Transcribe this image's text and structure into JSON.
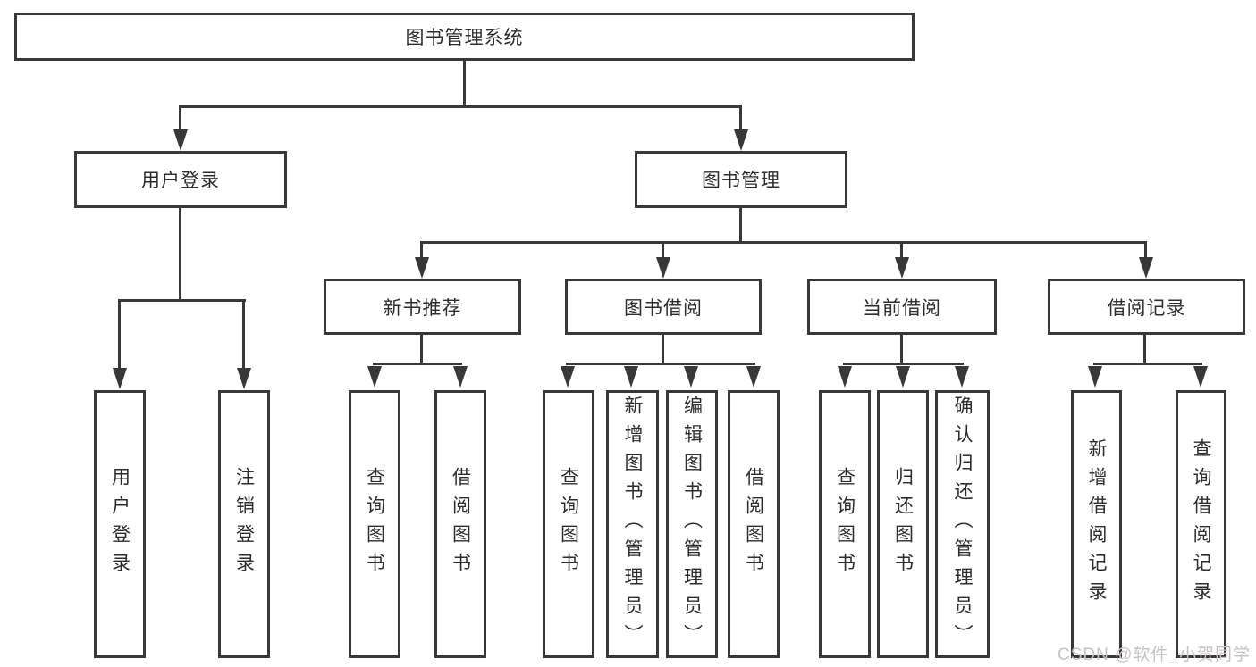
{
  "tree": {
    "root": {
      "label": "图书管理系统",
      "children": [
        {
          "label": "用户登录",
          "children": [
            {
              "label": "用户登录"
            },
            {
              "label": "注销登录"
            }
          ]
        },
        {
          "label": "图书管理",
          "children": [
            {
              "label": "新书推荐",
              "children": [
                {
                  "label": "查询图书"
                },
                {
                  "label": "借阅图书"
                }
              ]
            },
            {
              "label": "图书借阅",
              "children": [
                {
                  "label": "查询图书"
                },
                {
                  "label": "新增图书（管理员）"
                },
                {
                  "label": "编辑图书（管理员）"
                },
                {
                  "label": "借阅图书"
                }
              ]
            },
            {
              "label": "当前借阅",
              "children": [
                {
                  "label": "查询图书"
                },
                {
                  "label": "归还图书"
                },
                {
                  "label": "确认归还（管理员）"
                }
              ]
            },
            {
              "label": "借阅记录",
              "children": [
                {
                  "label": "新增借阅记录"
                },
                {
                  "label": "查询借阅记录"
                }
              ]
            }
          ]
        }
      ]
    }
  },
  "watermark": "CSDN @软件_小贺同学",
  "colors": {
    "line": "#383838",
    "text": "#2d2d2d",
    "box_background": "#ffffff",
    "watermark": "#c8c2c2"
  }
}
